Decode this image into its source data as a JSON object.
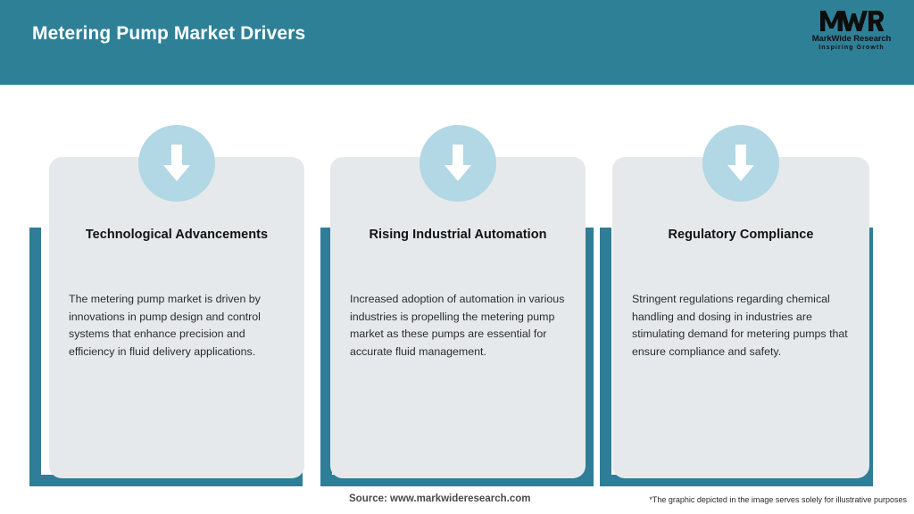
{
  "header": {
    "title": "Metering Pump Market Drivers",
    "bg_color": "#2e8097",
    "title_color": "#ffffff"
  },
  "logo": {
    "mark": "MWR",
    "name": "MarkWide Research",
    "tagline": "Inspiring Growth"
  },
  "theme": {
    "teal": "#2f7d96",
    "card_bg": "#e6e9eb",
    "icon_circle": "#b2d7e5",
    "arrow": "#ffffff"
  },
  "cards": [
    {
      "icon": "arrow-down-icon",
      "title": "Technological Advancements",
      "body": "The metering pump market is driven by innovations in pump design and control systems that enhance precision and efficiency in fluid delivery applications."
    },
    {
      "icon": "arrow-down-icon",
      "title": "Rising Industrial Automation",
      "body": "Increased adoption of automation in various industries is propelling the metering pump market as these pumps are essential for accurate fluid management."
    },
    {
      "icon": "arrow-down-icon",
      "title": "Regulatory Compliance",
      "body": "Stringent regulations regarding chemical handling and dosing in industries are stimulating demand for metering pumps that ensure compliance and safety."
    }
  ],
  "footer": {
    "source": "Source: www.markwideresearch.com",
    "disclaimer": "*The graphic depicted in the image serves solely for illustrative purposes"
  }
}
